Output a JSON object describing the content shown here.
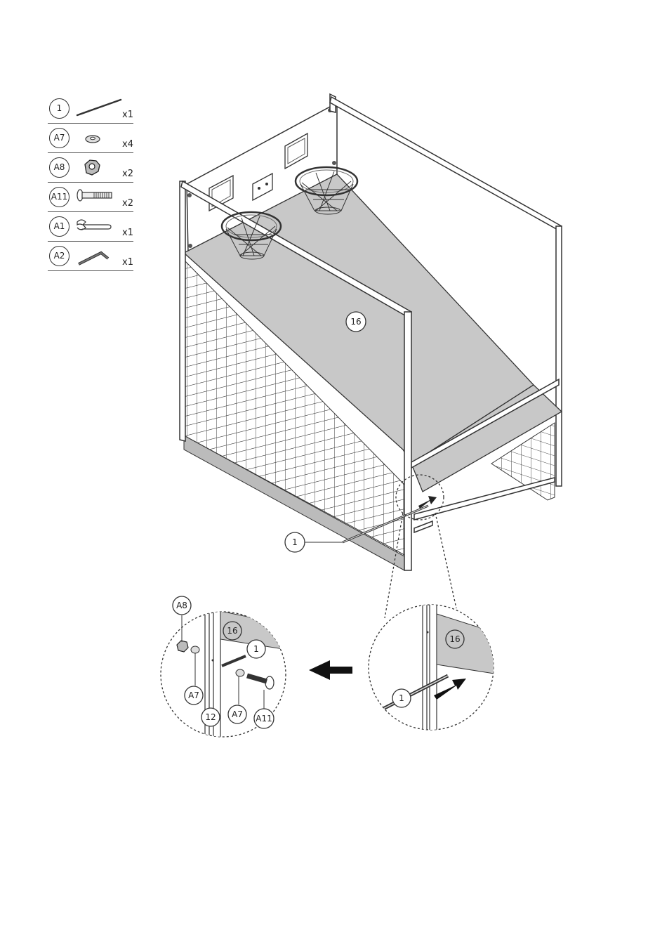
{
  "parts": [
    {
      "id": "1",
      "qty": "x1",
      "icon": "rod-icon"
    },
    {
      "id": "A7",
      "qty": "x4",
      "icon": "washer-icon"
    },
    {
      "id": "A8",
      "qty": "x2",
      "icon": "nut-icon"
    },
    {
      "id": "A11",
      "qty": "x2",
      "icon": "bolt-icon"
    },
    {
      "id": "A1",
      "qty": "x1",
      "icon": "wrench-icon"
    },
    {
      "id": "A2",
      "qty": "x1",
      "icon": "allen-key-icon"
    }
  ],
  "callouts": {
    "panel": "16",
    "rod": "1",
    "detail_left": {
      "nut": "A8",
      "panel": "16",
      "rod": "1",
      "washer_a": "A7",
      "frame": "12",
      "washer_b": "A7",
      "bolt": "A11"
    },
    "detail_right": {
      "panel": "16",
      "rod": "1"
    }
  },
  "colors": {
    "panel": "#c8c8c8",
    "line": "#333333",
    "net": "#444444"
  }
}
